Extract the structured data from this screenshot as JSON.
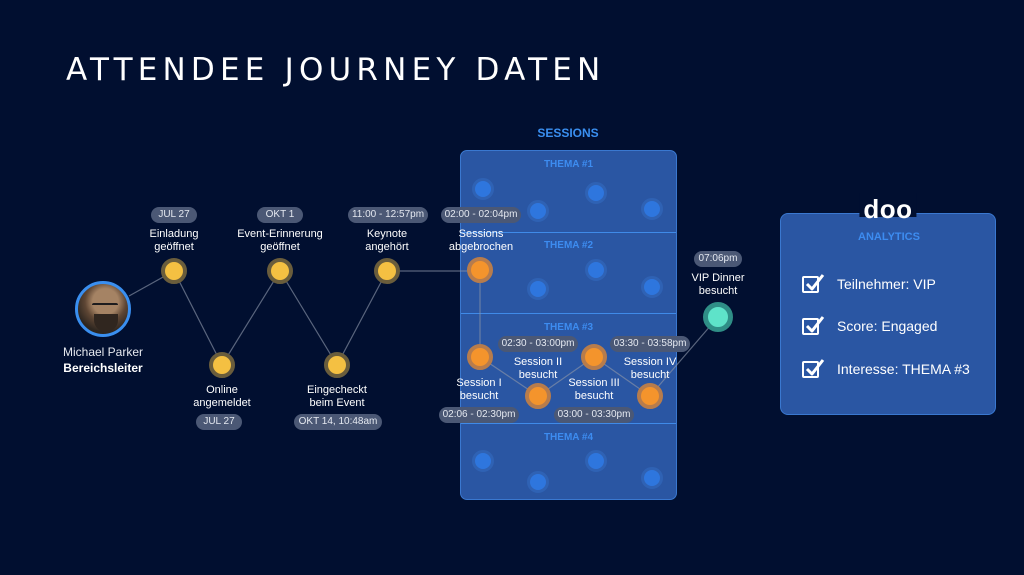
{
  "title": "ATTENDEE JOURNEY DATEN",
  "person": {
    "name": "Michael Parker",
    "role": "Bereichsleiter",
    "icon": "avatar-photo"
  },
  "journey": [
    {
      "id": "einladung",
      "date": "JUL 27",
      "label_1": "Einladung",
      "label_2": "geöffnet",
      "color": "yellow"
    },
    {
      "id": "online",
      "date": "JUL 27",
      "label_1": "Online",
      "label_2": "angemeldet",
      "color": "yellow"
    },
    {
      "id": "erinnerung",
      "date": "OKT 1",
      "label_1": "Event-Erinnerung",
      "label_2": "geöffnet",
      "color": "yellow"
    },
    {
      "id": "eingecheckt",
      "date": "OKT 14, 10:48am",
      "label_1": "Eingecheckt",
      "label_2": "beim Event",
      "color": "yellow"
    },
    {
      "id": "keynote",
      "date": "11:00 - 12:57pm",
      "label_1": "Keynote",
      "label_2": "angehört",
      "color": "yellow"
    },
    {
      "id": "abgebrochen",
      "date": "02:00 - 02:04pm",
      "label_1": "Sessions",
      "label_2": "abgebrochen",
      "color": "orange"
    },
    {
      "id": "session1",
      "date": "02:06 - 02:30pm",
      "label_1": "Session I",
      "label_2": "besucht",
      "color": "orange"
    },
    {
      "id": "session2",
      "date": "02:30 - 03:00pm",
      "label_1": "Session II",
      "label_2": "besucht",
      "color": "orange"
    },
    {
      "id": "session3",
      "date": "03:00 - 03:30pm",
      "label_1": "Session III",
      "label_2": "besucht",
      "color": "orange"
    },
    {
      "id": "session4",
      "date": "03:30 - 03:58pm",
      "label_1": "Session IV",
      "label_2": "besucht",
      "color": "orange"
    },
    {
      "id": "vip",
      "date": "07:06pm",
      "label_1": "VIP Dinner",
      "label_2": "besucht",
      "color": "teal"
    }
  ],
  "sessions": {
    "title": "SESSIONS",
    "themes": [
      "THEMA #1",
      "THEMA #2",
      "THEMA #3",
      "THEMA #4"
    ]
  },
  "analytics": {
    "brand": "doo",
    "subtitle": "ANALYTICS",
    "items": [
      {
        "label": "Teilnehmer: VIP",
        "checked": true
      },
      {
        "label": "Score: Engaged",
        "checked": true
      },
      {
        "label": "Interesse: THEMA #3",
        "checked": true
      }
    ]
  },
  "colors": {
    "background": "#010f30",
    "panel": "#2a56a3",
    "accent_blue": "#3a8ff0",
    "node_yellow": "#f4c042",
    "node_orange": "#f4942c",
    "node_teal": "#5ee3c9",
    "pill": "#4b5875"
  }
}
